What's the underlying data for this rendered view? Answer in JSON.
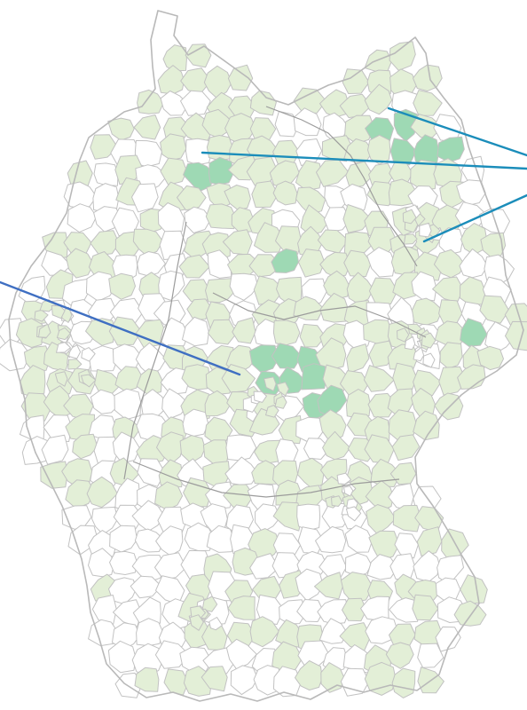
{
  "map": {
    "colors": {
      "background": "#ffffff",
      "boundary": "#c2c2c2",
      "none": "#ffffff",
      "low": "#e3efd7",
      "high": "#9ed9b4",
      "leader_teal": "#1b8dba",
      "leader_blue": "#3f6fc2"
    },
    "shading_levels": [
      "none",
      "low",
      "high"
    ],
    "leader_lines": [
      {
        "id": "nordost",
        "color": "#1b8dba"
      },
      {
        "id": "nordwest",
        "color": "#1b8dba"
      },
      {
        "id": "berlin",
        "color": "#1b8dba"
      },
      {
        "id": "mitte",
        "color": "#3f6fc2"
      }
    ]
  }
}
